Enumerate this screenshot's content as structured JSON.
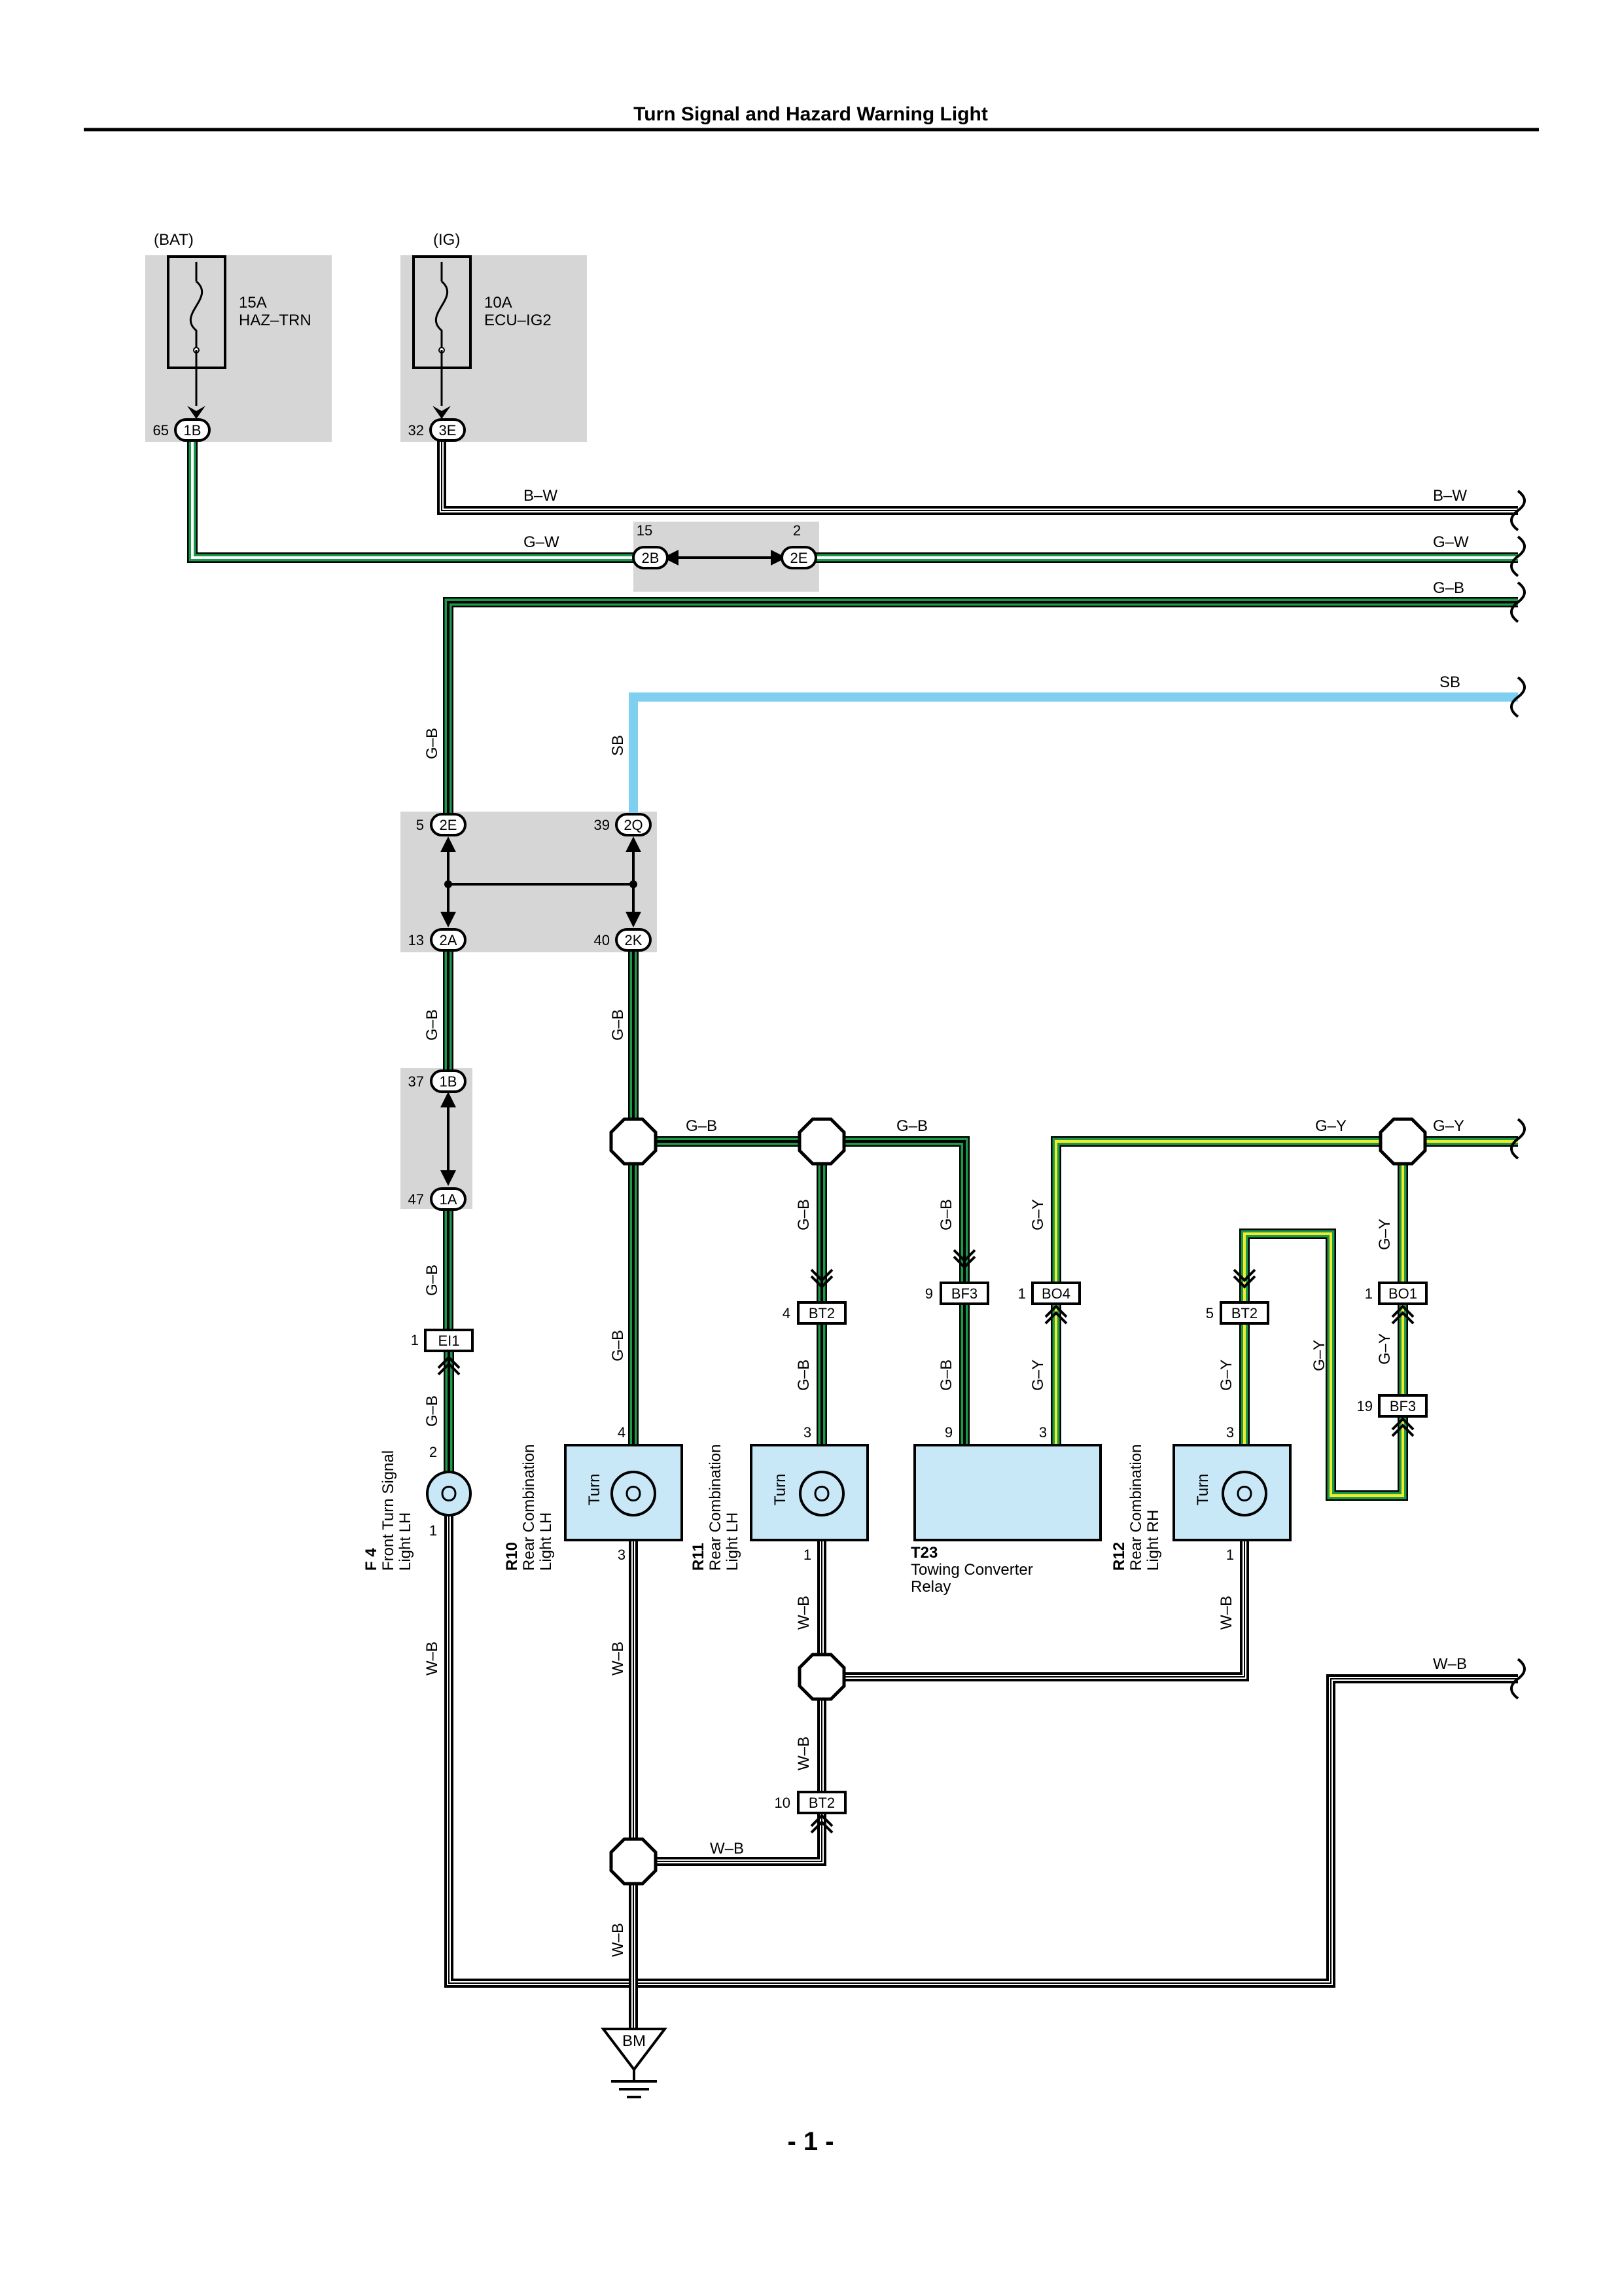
{
  "title": "Turn Signal and Hazard Warning Light",
  "page_number": "- 1 -",
  "colors": {
    "G": "#1a9a4a",
    "Y": "#f3ea2a",
    "SB": "#7fd0f0",
    "shade": "#d6d6d6",
    "device": "#c8e8f8"
  },
  "sources": {
    "bat": {
      "label": "(BAT)",
      "rating": "15A",
      "name": "HAZ–TRN",
      "pin": "65",
      "connector": "1B"
    },
    "ig": {
      "label": "(IG)",
      "rating": "10A",
      "name": "ECU–IG2",
      "pin": "32",
      "connector": "3E"
    }
  },
  "junctions": {
    "j1": {
      "pin_a": "15",
      "conn_a": "2B",
      "pin_b": "2",
      "conn_b": "2E"
    },
    "j2": {
      "pin_a": "5",
      "conn_a": "2E",
      "pin_b": "39",
      "conn_b": "2Q",
      "pin_c": "13",
      "conn_c": "2A",
      "pin_d": "40",
      "conn_d": "2K"
    },
    "j3": {
      "pin_a": "37",
      "conn_a": "1B",
      "pin_b": "47",
      "conn_b": "1A"
    }
  },
  "connectors": {
    "ei1": {
      "pin": "1",
      "code": "EI1"
    },
    "bt2a": {
      "pin": "4",
      "code": "BT2"
    },
    "bf3a": {
      "pin": "9",
      "code": "BF3"
    },
    "bo4": {
      "pin": "1",
      "code": "BO4"
    },
    "bt2b": {
      "pin": "5",
      "code": "BT2"
    },
    "bo1": {
      "pin": "1",
      "code": "BO1"
    },
    "bf3b": {
      "pin": "19",
      "code": "BF3"
    },
    "bt2c": {
      "pin": "10",
      "code": "BT2"
    }
  },
  "wire_labels": {
    "bw": "B–W",
    "gw": "G–W",
    "gb": "G–B",
    "sb": "SB",
    "gy": "G–Y",
    "wb": "W–B"
  },
  "components": {
    "f4": {
      "code": "F 4",
      "name_line1": "Front Turn Signal",
      "name_line2": "Light LH",
      "pin_top": "2",
      "pin_bottom": "1"
    },
    "r10": {
      "code": "R10",
      "name_line1": "Rear Combination",
      "name_line2": "Light LH",
      "lamp": "Turn",
      "pin_top": "4",
      "pin_bottom": "3"
    },
    "r11": {
      "code": "R11",
      "name_line1": "Rear Combination",
      "name_line2": "Light LH",
      "lamp": "Turn",
      "pin_top": "3",
      "pin_bottom": "1"
    },
    "t23": {
      "code": "T23",
      "name_line1": "Towing Converter",
      "name_line2": "Relay",
      "pin_left": "9",
      "pin_right": "3"
    },
    "r12": {
      "code": "R12",
      "name_line1": "Rear Combination",
      "name_line2": "Light RH",
      "lamp": "Turn",
      "pin_top": "3",
      "pin_bottom": "1"
    }
  },
  "ground": {
    "code": "BM"
  }
}
